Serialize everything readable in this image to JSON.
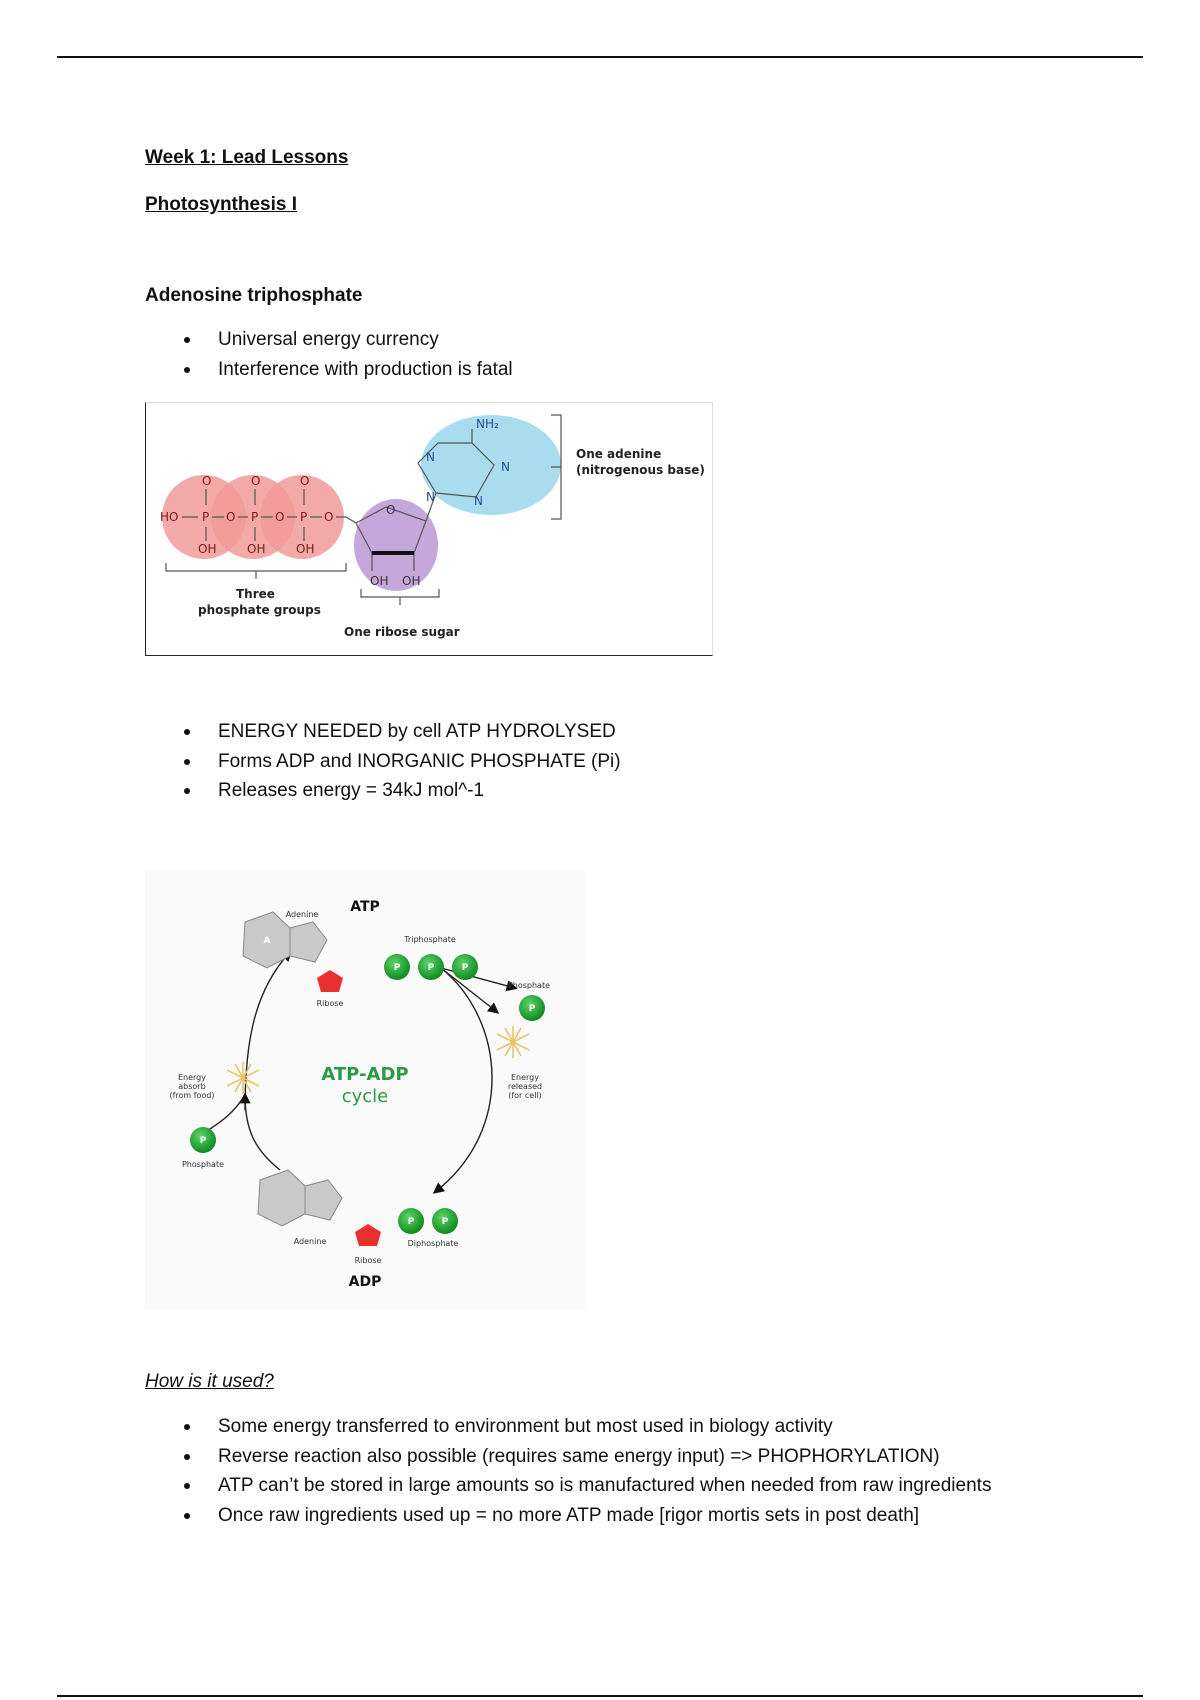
{
  "header": {
    "week_title": "Week 1: Lead Lessons",
    "topic": "Photosynthesis I"
  },
  "section_atp": {
    "heading": "Adenosine triphosphate",
    "bullets": [
      "Universal energy currency",
      "Interference with production is fatal"
    ]
  },
  "figure_atp_structure": {
    "amine": "NH₂",
    "adenine_label_1": "One adenine",
    "adenine_label_2": "(nitrogenous base)",
    "phosphate_label_1": "Three",
    "phosphate_label_2": "phosphate groups",
    "ribose_label": "One ribose sugar",
    "ho": "HO",
    "oh": "OH",
    "o": "O",
    "p": "P",
    "n": "N"
  },
  "section_hydrolysis": {
    "bullets": [
      "ENERGY NEEDED by cell ATP HYDROLYSED",
      "Forms ADP and INORGANIC PHOSPHATE (Pi)",
      "Releases energy = 34kJ mol^-1"
    ]
  },
  "figure_cycle": {
    "atp": "ATP",
    "adp": "ADP",
    "adenine": "Adenine",
    "ribose": "Ribose",
    "triphosphate": "Triphosphate",
    "diphosphate": "Diphosphate",
    "phosphate": "Phosphate",
    "p": "P",
    "a": "A",
    "title_1": "ATP-ADP",
    "title_2": "cycle",
    "energy_absorb_1": "Energy",
    "energy_absorb_2": "absorb",
    "energy_absorb_3": "(from food)",
    "energy_release_1": "Energy",
    "energy_release_2": "released",
    "energy_release_3": "(for cell)",
    "colors": {
      "phosphate_green": "#1faa2e",
      "ribose_red": "#e8302f",
      "adenine_gray": "#c9c9c9",
      "title_green": "#2a9a45"
    }
  },
  "section_usage": {
    "heading": "How is it used?",
    "bullets": [
      "Some energy transferred to environment but most used in biology activity",
      "Reverse reaction also possible (requires same energy input) => PHOPHORYLATION)",
      "ATP can’t be stored in large amounts so is manufactured when needed from raw ingredients",
      "Once raw ingredients used up = no more ATP made [rigor mortis sets in post death]"
    ]
  }
}
